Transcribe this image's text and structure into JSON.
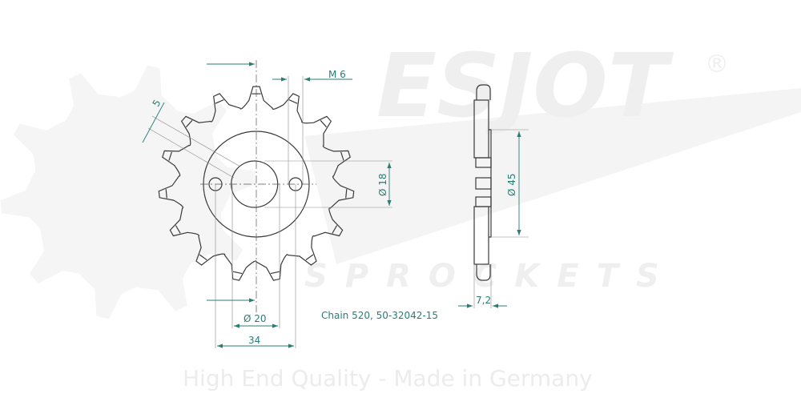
{
  "watermark": {
    "brand": "ESJOT",
    "registered": "®",
    "subtitle": "SPROCKETS",
    "tagline": "High End Quality - Made in Germany"
  },
  "drawing": {
    "teeth": 15,
    "caption": "Chain 520, 50-32042-15",
    "dimensions": {
      "thread": "M 6",
      "slot": "5",
      "bore_inner": "Ø 18",
      "bore_outer": "Ø 20",
      "bolt_spacing": "34",
      "hub_diameter": "Ø 45",
      "thickness": "7,2"
    }
  },
  "colors": {
    "dimension": "#2b7d74",
    "outline": "#3a3a3a",
    "watermark": "#efefef"
  }
}
